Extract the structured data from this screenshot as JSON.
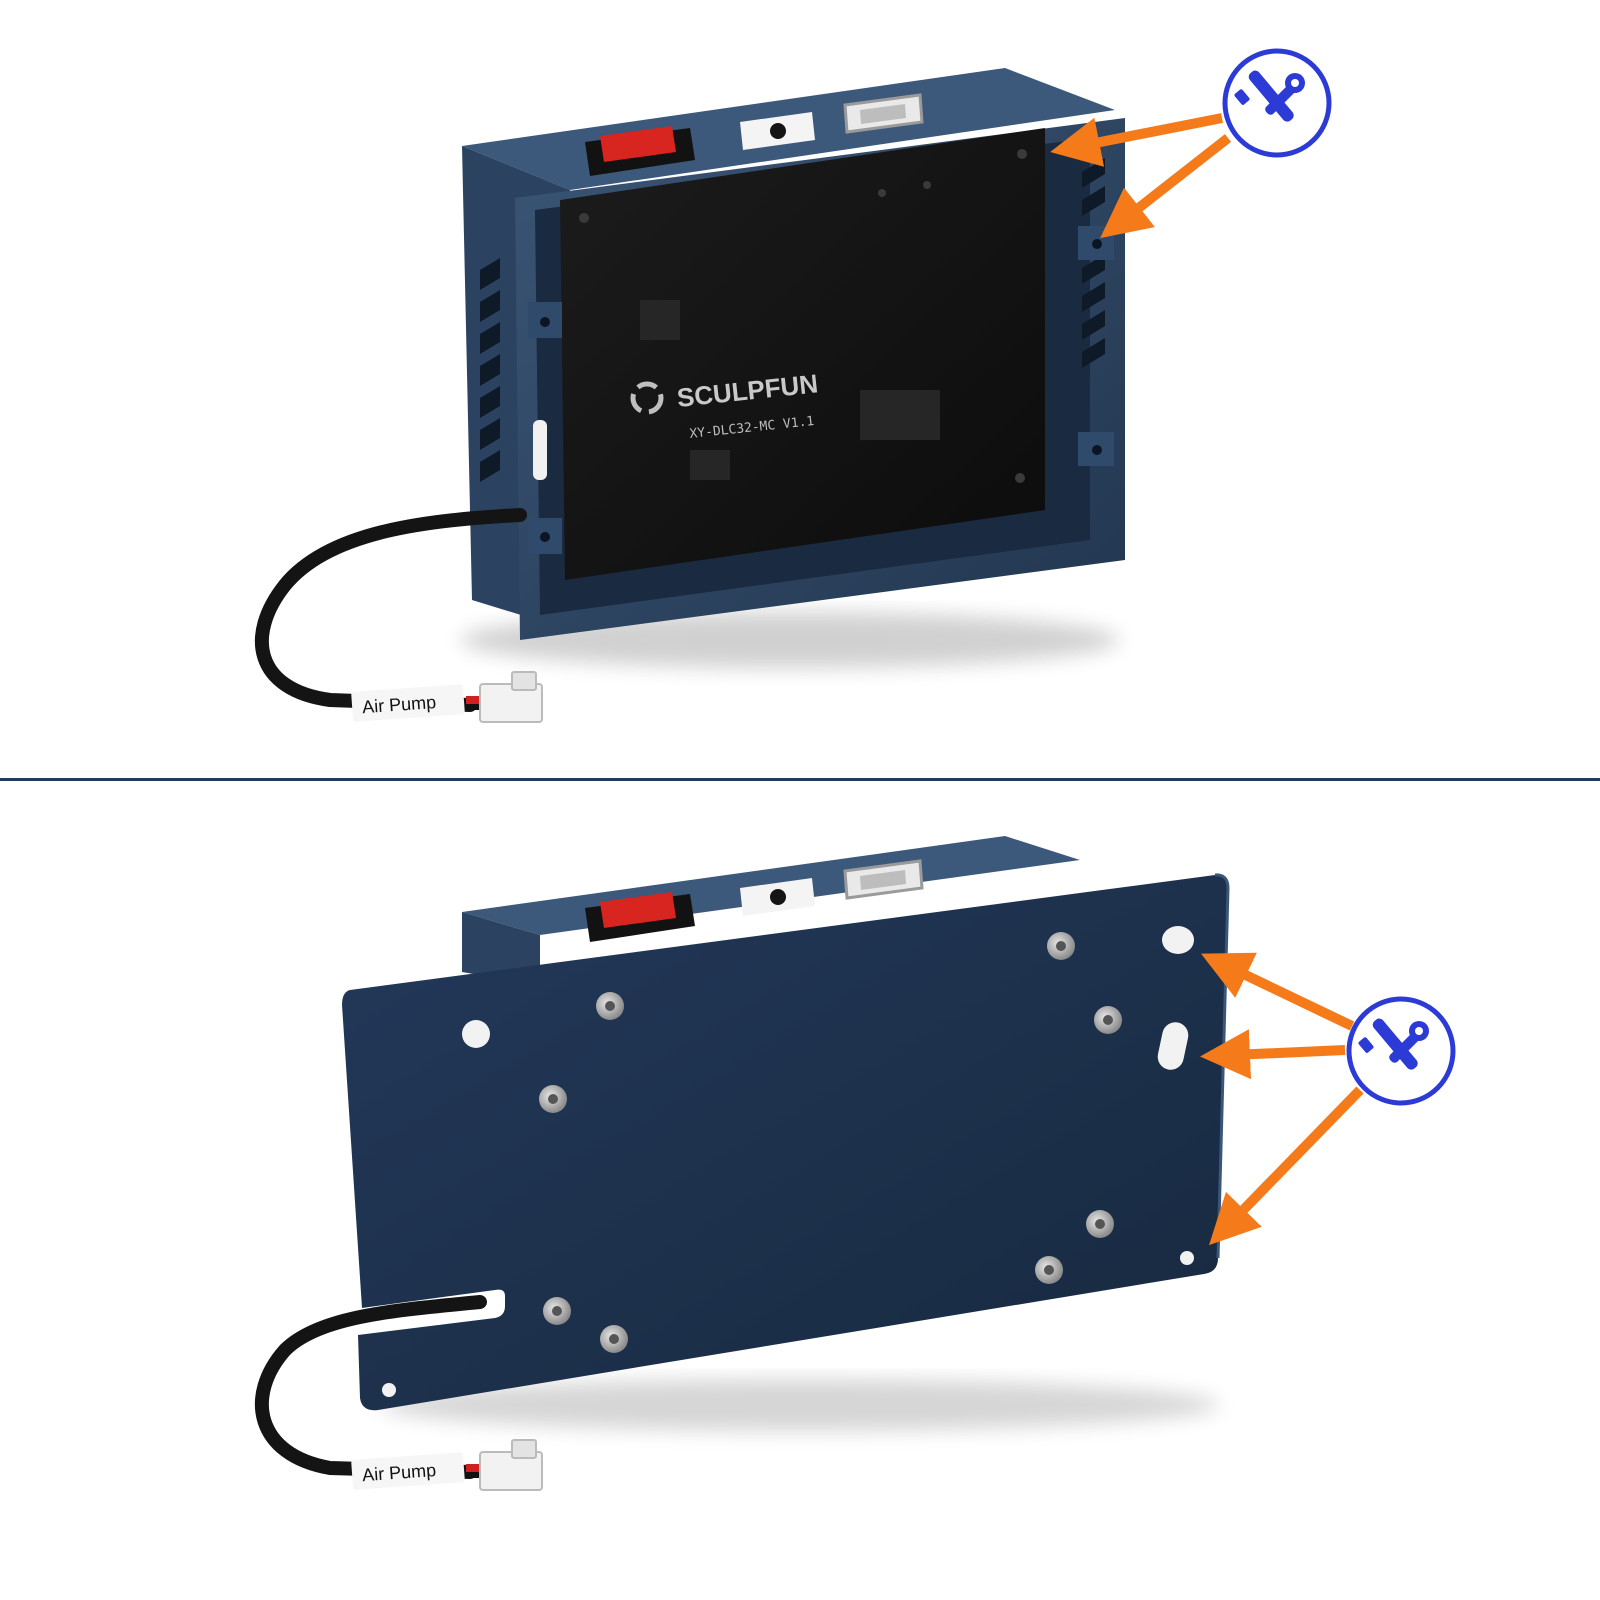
{
  "top_panel": {
    "brand_name": "SCULPFUN",
    "board_model": "XY-DLC32-MC  V1.1",
    "cable_label": "Air Pump"
  },
  "bottom_panel": {
    "cable_label": "Air Pump"
  },
  "colors": {
    "case_blue": "#2f4863",
    "case_blue_dark": "#1e3047",
    "board_black": "#141414",
    "switch_red": "#d8251f",
    "arrow_orange": "#f47a1a",
    "badge_blue": "#2d3bd6",
    "divider": "#1f3e5c"
  },
  "icons": {
    "tool_badge": "screwdriver-wrench-icon"
  }
}
